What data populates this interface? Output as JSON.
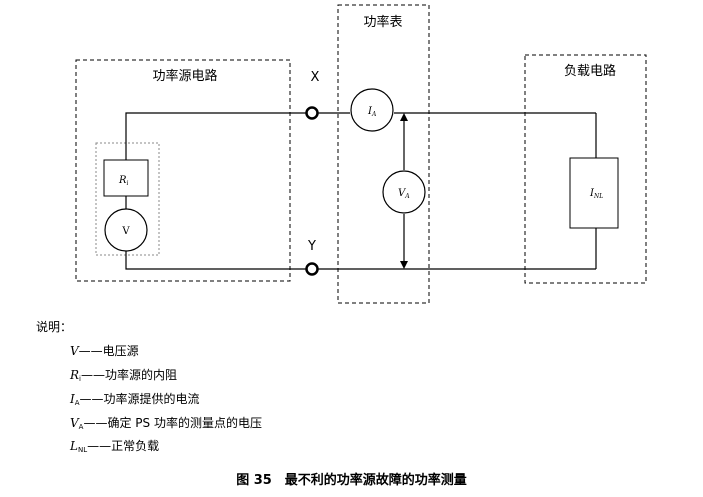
{
  "diagram": {
    "power_meter_label": "功率表",
    "source_circuit_label": "功率源电路",
    "load_circuit_label": "负载电路",
    "node_x": "X",
    "node_y": "Y",
    "current_meter": {
      "symbol": "I",
      "sub": "A"
    },
    "voltage_meter": {
      "symbol": "V",
      "sub": "A"
    },
    "resistor": {
      "symbol": "R",
      "sub": "i"
    },
    "voltage_source": "V",
    "load": {
      "symbol": "I",
      "sub": "NL"
    }
  },
  "legend": {
    "title": "说明：",
    "items": [
      {
        "symbol": "V",
        "sub": "",
        "text": "——电压源"
      },
      {
        "symbol": "R",
        "sub": "i",
        "text": "——功率源的内阻"
      },
      {
        "symbol": "I",
        "sub": "A",
        "text": "——功率源提供的电流"
      },
      {
        "symbol": "V",
        "sub": "A",
        "text": "——确定 PS 功率的测量点的电压"
      },
      {
        "symbol": "L",
        "sub": "NL",
        "text": "——正常负载"
      }
    ]
  },
  "caption": "图 35　最不利的功率源故障的功率测量"
}
